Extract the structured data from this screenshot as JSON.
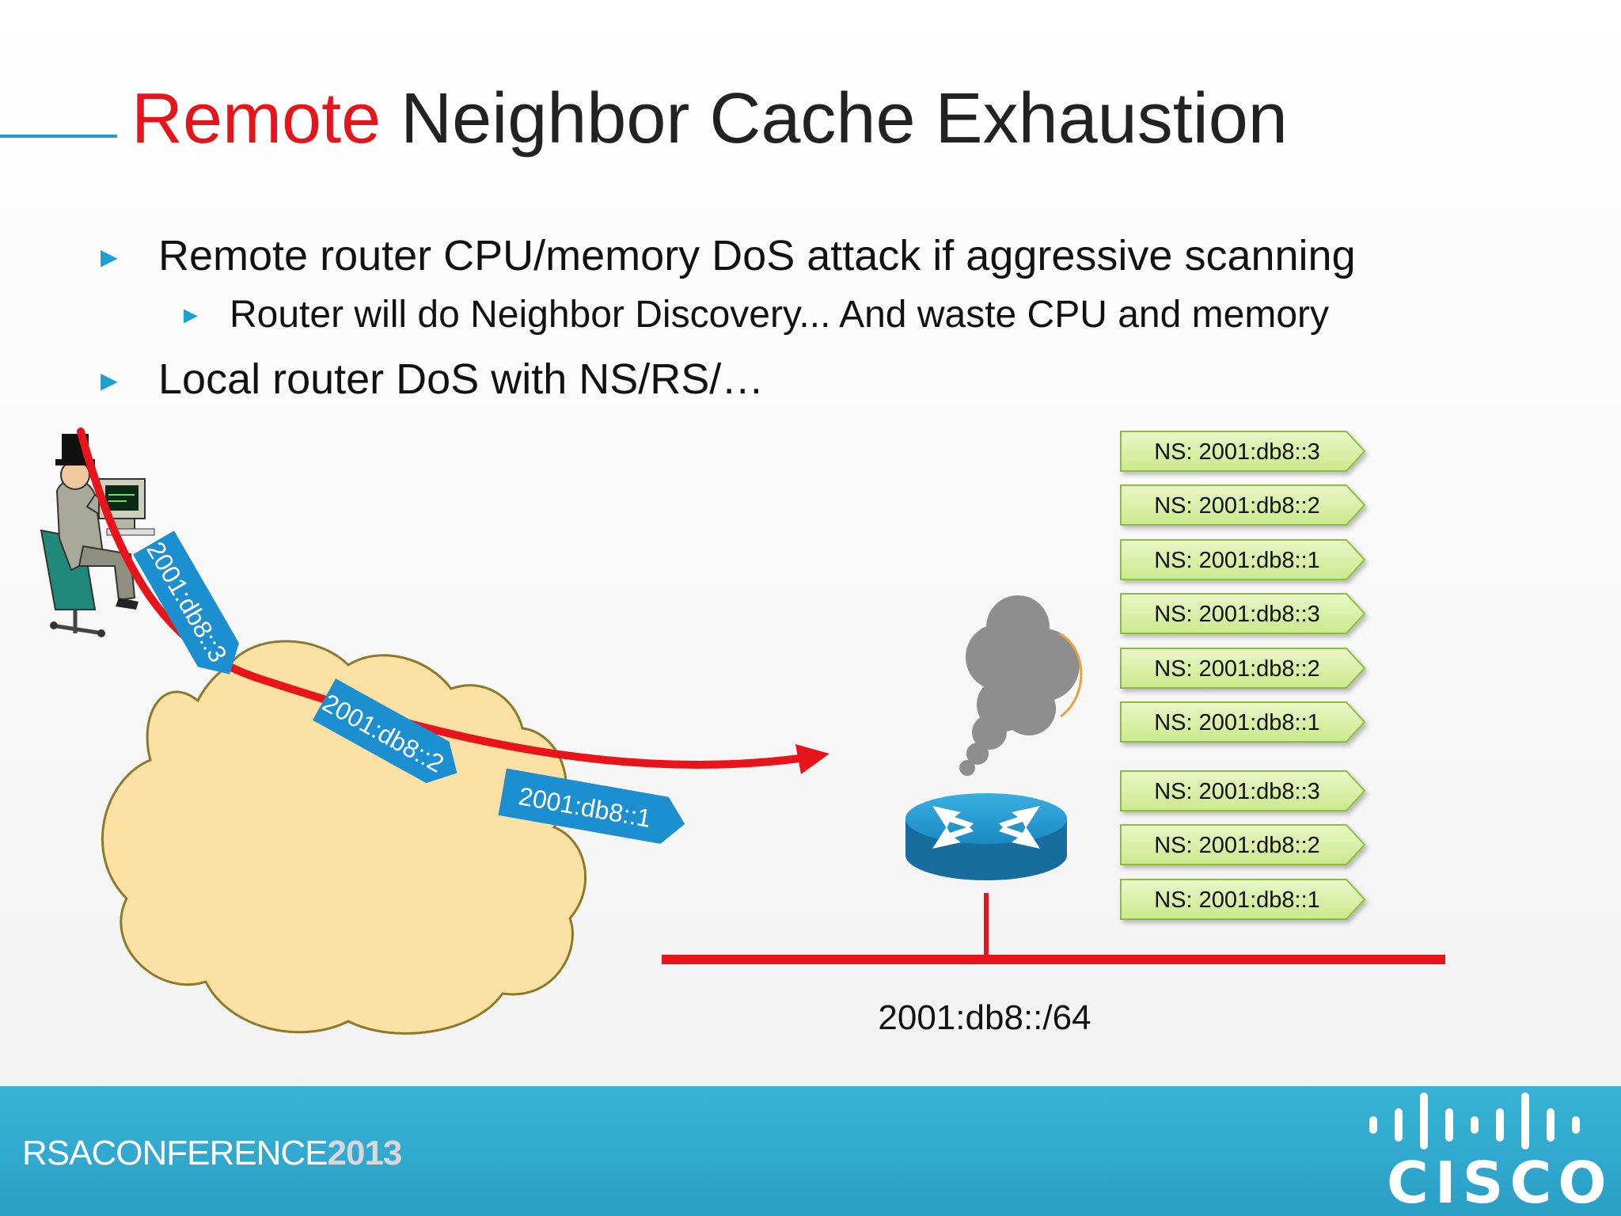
{
  "title": {
    "accent": "Remote",
    "rest": " Neighbor Cache Exhaustion"
  },
  "bullets": [
    {
      "level": 1,
      "text": "Remote router CPU/memory DoS attack if aggressive scanning"
    },
    {
      "level": 2,
      "text": "Router will do Neighbor Discovery... And waste CPU and memory"
    },
    {
      "level": 1,
      "text": "Local router DoS with NS/RS/…"
    }
  ],
  "bullet_glyph": "►",
  "packets": [
    "2001:db8::3",
    "2001:db8::2",
    "2001:db8::1"
  ],
  "ns_messages": [
    "NS: 2001:db8::3",
    "NS: 2001:db8::2",
    "NS: 2001:db8::1",
    "NS: 2001:db8::3",
    "NS: 2001:db8::2",
    "NS: 2001:db8::1",
    "NS: 2001:db8::3",
    "NS: 2001:db8::2",
    "NS: 2001:db8::1"
  ],
  "subnet_label": "2001:db8::/64",
  "footer": {
    "conference": "RSACONFERENCE",
    "year": "2013",
    "logo": "CISCO"
  },
  "colors": {
    "title_accent": "#e4151b",
    "bullet": "#1aa0d2",
    "attack_path": "#e8141b",
    "packet": "#1b8fd0",
    "ns_box": "#d9f0a3",
    "cloud": "#fbe2a4",
    "router": "#1a8cc4",
    "footer": "#2fa8d0"
  },
  "icons": [
    "hacker-at-terminal-icon",
    "network-cloud-icon",
    "router-icon",
    "smoke-icon",
    "cisco-bars-icon"
  ]
}
